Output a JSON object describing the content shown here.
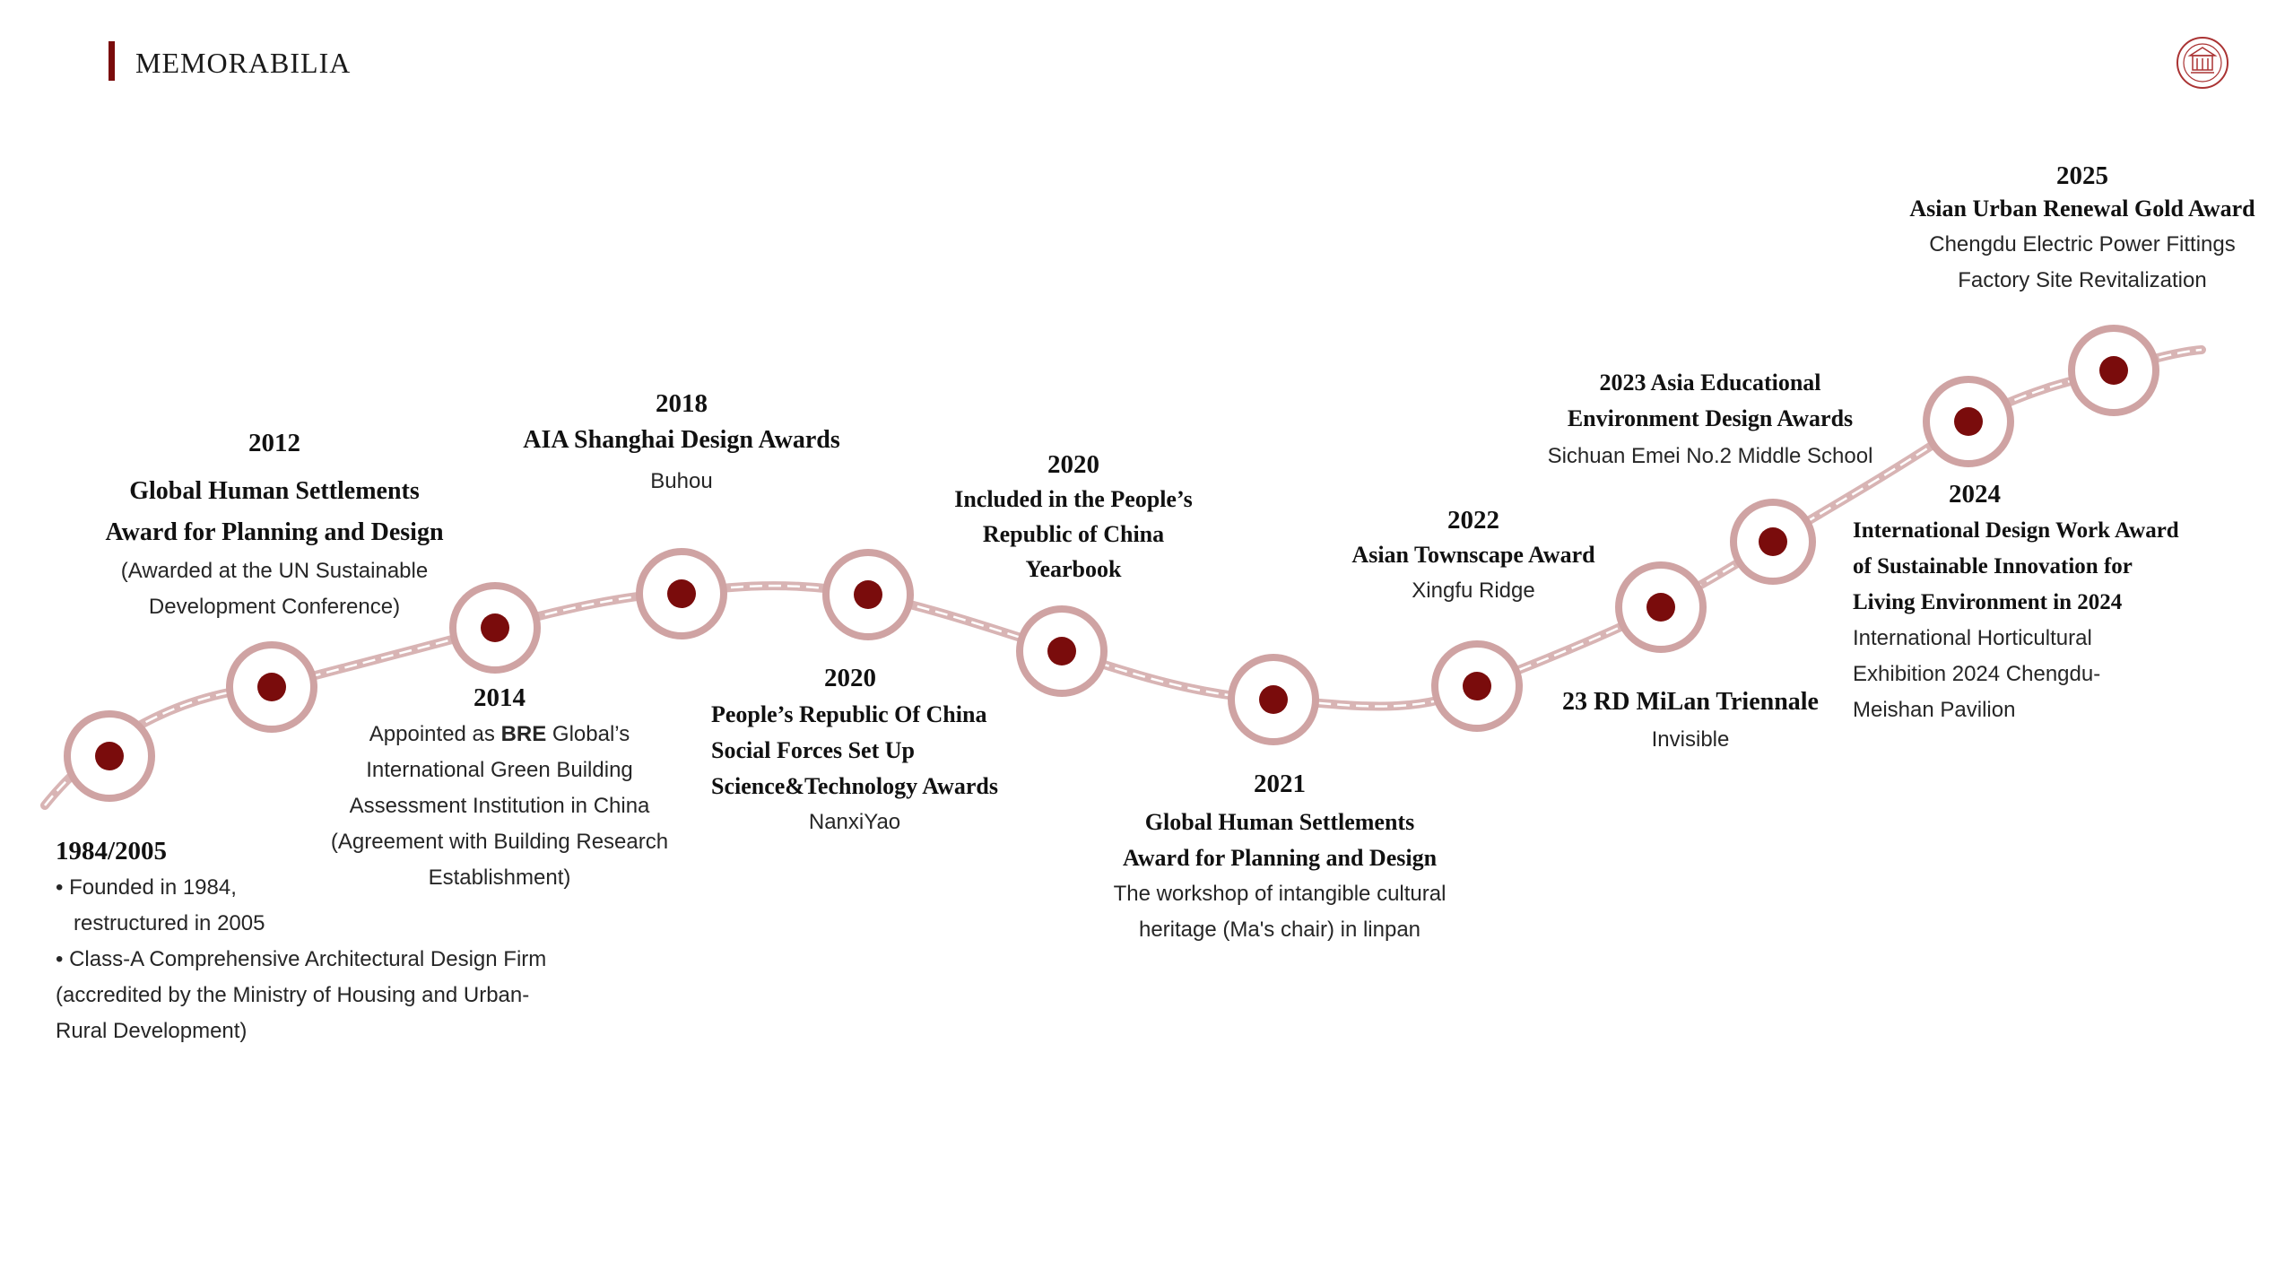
{
  "header": {
    "title": "MEMORABILIA"
  },
  "colors": {
    "accent": "#7a0c0c",
    "ring": "#cfa3a3",
    "path": "#d8b4b4"
  },
  "events": {
    "e1984": {
      "year": "1984/2005",
      "line1": "• Founded in 1984,",
      "line2": "restructured in 2005",
      "line3": "• Class-A Comprehensive Architectural Design Firm",
      "line4": "(accredited by the Ministry of Housing and Urban-",
      "line5": "Rural Development)"
    },
    "e2012": {
      "year": "2012",
      "award1": "Global Human Settlements",
      "award2": "Award for Planning and Design",
      "desc1": "(Awarded at the UN Sustainable",
      "desc2": "Development Conference)"
    },
    "e2014": {
      "year": "2014",
      "desc1_pre": "Appointed as ",
      "desc1_bold": "BRE",
      "desc1_post": " Global’s",
      "desc2": "International Green Building",
      "desc3": "Assessment Institution in China",
      "desc4": "(Agreement with Building Research",
      "desc5": "Establishment)"
    },
    "e2018": {
      "year": "2018",
      "award": "AIA Shanghai Design Awards",
      "project": "Buhou"
    },
    "e2020a": {
      "year": "2020",
      "award1": "People’s  Republic Of China",
      "award2": "Social Forces Set Up",
      "award3": "Science&Technology Awards",
      "project": "NanxiYao"
    },
    "e2020b": {
      "year": "2020",
      "award1": "Included in the People’s",
      "award2": "Republic of China",
      "award3": "Yearbook"
    },
    "e2021": {
      "year": "2021",
      "award1": "Global Human Settlements",
      "award2": "Award for Planning and Design",
      "desc1": "The workshop of intangible cultural",
      "desc2": "heritage (Ma's chair) in linpan"
    },
    "e2022": {
      "year": "2022",
      "award": "Asian Townscape Award",
      "project": "Xingfu Ridge"
    },
    "e2023a": {
      "award1": "2023 Asia Educational",
      "award2": "Environment Design Awards",
      "project": "Sichuan Emei No.2 Middle School"
    },
    "e2023b": {
      "award": "23 RD MiLan Triennale",
      "project": "Invisible"
    },
    "e2024": {
      "year": "2024",
      "award1": "International Design Work Award",
      "award2": "of Sustainable Innovation for",
      "award3": "Living Environment in 2024",
      "desc1": "International Horticultural",
      "desc2": "Exhibition 2024 Chengdu-",
      "desc3": "Meishan Pavilion"
    },
    "e2025": {
      "year": "2025",
      "award": "Asian Urban Renewal Gold Award",
      "desc1": "Chengdu Electric Power Fittings",
      "desc2": "Factory Site Revitalization"
    }
  }
}
